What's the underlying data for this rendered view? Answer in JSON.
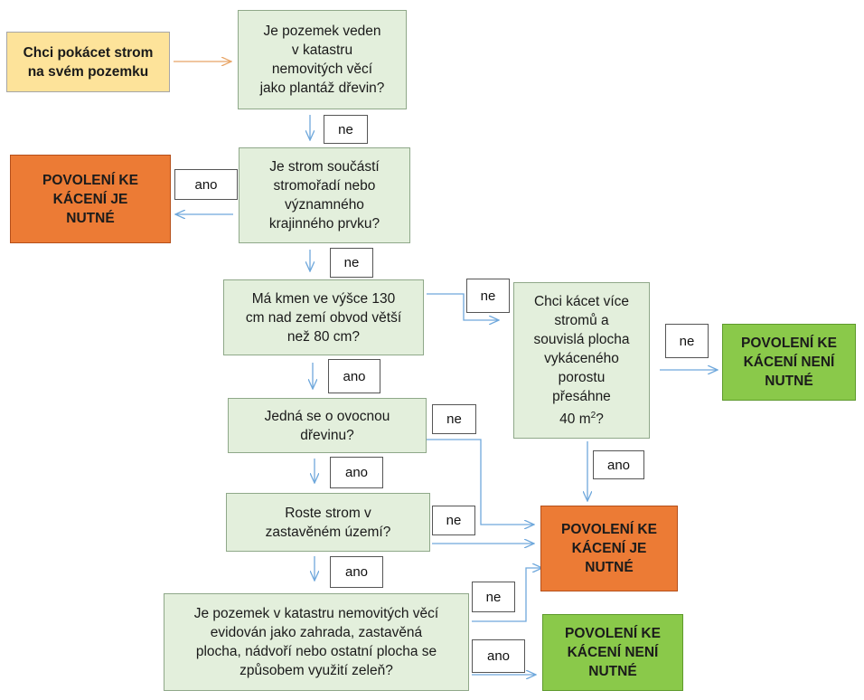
{
  "nodes": {
    "start": "Chci pokácet strom\nna svém pozemku",
    "q1": "Je pozemek veden\nv katastru\nnemovitých věcí\njako plantáž dřevin?",
    "q2": "Je strom součástí\nstromořadí nebo\nvýznamného\nkrajinného prvku?",
    "q3": "Má kmen ve výšce 130\ncm nad zemí obvod větší\nnež 80 cm?",
    "q4": "Jedná se o ovocnou\ndřevinu?",
    "q5": "Roste strom v\nzastavěném území?",
    "q6": "Je pozemek v katastru nemovitých věcí\nevidován jako zahrada, zastavěná\nplocha, nádvoří nebo ostatní plocha se\nzpůsobem využití zeleň?",
    "q7_main": "Chci kácet více\nstromů a\nsouvislá plocha\nvykáceného\nporostu\npřesáhne\n40 m",
    "q7_sup": "2",
    "q7_end": "?",
    "res_req_1": "POVOLENÍ KE\nKÁCENÍ JE\nNUTNÉ",
    "res_req_2": "POVOLENÍ KE\nKÁCENÍ JE\nNUTNÉ",
    "res_notreq_1": "POVOLENÍ KE\nKÁCENÍ NENÍ\nNUTNÉ",
    "res_notreq_2": "POVOLENÍ KE\nKÁCENÍ NENÍ\nNUTNÉ"
  },
  "labels": {
    "l1": "ne",
    "l2": "ano",
    "l3": "ne",
    "l4": "ne",
    "l5": "ano",
    "l6": "ne",
    "l7": "ne",
    "l8": "ano",
    "l9": "ne",
    "l10": "ano",
    "l11": "ne",
    "l12": "ano"
  },
  "colors": {
    "start": "#fde39a",
    "question": "#e3efdc",
    "required": "#ec7b35",
    "not_required": "#8ac94a",
    "arrow": "#6fa8dc",
    "start_arrow": "#e8a567"
  }
}
